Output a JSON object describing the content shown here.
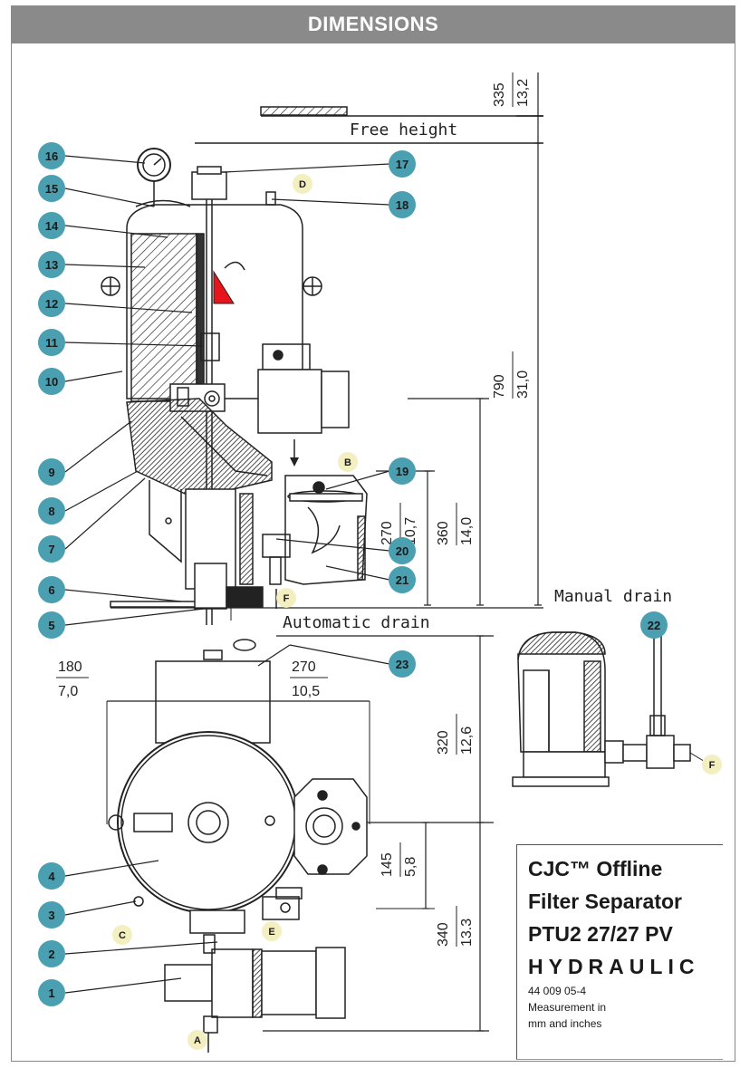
{
  "header": {
    "title": "DIMENSIONS"
  },
  "labels": {
    "free_height": "Free height",
    "manual_drain": "Manual drain",
    "automatic_drain": "Automatic drain"
  },
  "dimensions": {
    "d335": "335",
    "d13_2": "13,2",
    "d790": "790",
    "d31_0": "31,0",
    "d360": "360",
    "d14_0": "14,0",
    "d270": "270",
    "d10_7": "10,7",
    "top_180": "180",
    "top_7_0": "7,0",
    "top_270": "270",
    "top_10_5": "10,5",
    "d320": "320",
    "d12_6": "12,6",
    "d145": "145",
    "d5_8": "5,8",
    "d340": "340",
    "d13_3": "13.3"
  },
  "callouts": [
    "1",
    "2",
    "3",
    "4",
    "5",
    "6",
    "7",
    "8",
    "9",
    "10",
    "11",
    "12",
    "13",
    "14",
    "15",
    "16",
    "17",
    "18",
    "19",
    "20",
    "21",
    "22",
    "23"
  ],
  "letter_callouts": {
    "A": "A",
    "B": "B",
    "C": "C",
    "D": "D",
    "E": "E",
    "F": "F"
  },
  "info": {
    "line1": "CJC™ Offline",
    "line2": "Filter Separator",
    "line3": "PTU2 27/27 PV",
    "line4": "HYDRAULIC",
    "code": "44 009 05-4",
    "note1": "Measurement in",
    "note2": "mm and inches"
  },
  "colors": {
    "header_bg": "#8a8a8a",
    "callout_fill": "#4a9fb0",
    "letter_fill": "#f3efc0",
    "warning_red": "#e8141c"
  }
}
